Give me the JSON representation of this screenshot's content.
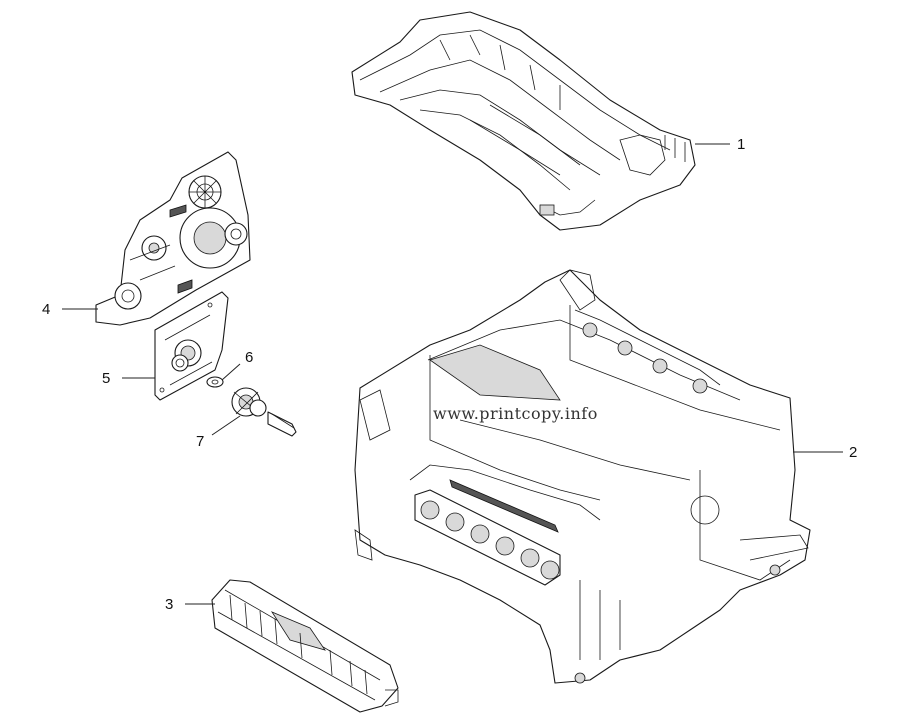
{
  "diagram": {
    "watermark": "www.printcopy.info",
    "callouts": [
      {
        "id": "1",
        "label": "1"
      },
      {
        "id": "2",
        "label": "2"
      },
      {
        "id": "3",
        "label": "3"
      },
      {
        "id": "4",
        "label": "4"
      },
      {
        "id": "5",
        "label": "5"
      },
      {
        "id": "6",
        "label": "6"
      },
      {
        "id": "7",
        "label": "7"
      }
    ]
  }
}
